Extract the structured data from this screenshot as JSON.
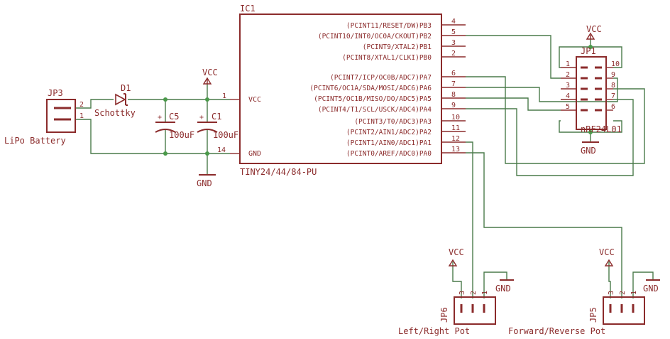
{
  "ic1": {
    "name": "IC1",
    "part": "TINY24/44/84-PU",
    "vcc": "VCC",
    "gnd": "GND",
    "pins_right": [
      {
        "label": "(PCINT11/RESET/DW)PB3",
        "num": "4"
      },
      {
        "label": "(PCINT10/INT0/OC0A/CKOUT)PB2",
        "num": "5"
      },
      {
        "label": "(PCINT9/XTAL2)PB1",
        "num": "3"
      },
      {
        "label": "(PCINT8/XTAL1/CLKI)PB0",
        "num": "2"
      },
      {
        "label": "(PCINT7/ICP/OC0B/ADC7)PA7",
        "num": "6"
      },
      {
        "label": "(PCINT6/OC1A/SDA/MOSI/ADC6)PA6",
        "num": "7"
      },
      {
        "label": "(PCINT5/OC1B/MISO/DO/ADC5)PA5",
        "num": "8"
      },
      {
        "label": "(PCINT4/T1/SCL/USCK/ADC4)PA4",
        "num": "9"
      },
      {
        "label": "(PCINT3/T0/ADC3)PA3",
        "num": "10"
      },
      {
        "label": "(PCINT2/AIN1/ADC2)PA2",
        "num": "11"
      },
      {
        "label": "(PCINT1/AIN0/ADC1)PA1",
        "num": "12"
      },
      {
        "label": "(PCINT0/AREF/ADC0)PA0",
        "num": "13"
      }
    ],
    "pin_vcc": "1",
    "pin_gnd": "14"
  },
  "jp3": {
    "name": "JP3",
    "caption": "LiPo Battery",
    "pin2": "2",
    "pin1": "1"
  },
  "d1": {
    "name": "D1",
    "value": "Schottky"
  },
  "c5": {
    "name": "C5",
    "value": "100uF"
  },
  "c1": {
    "name": "C1",
    "value": "100uF"
  },
  "power": {
    "vcc": "VCC",
    "gnd": "GND"
  },
  "jp1": {
    "name": "JP1",
    "part": "nRF24L01",
    "left_pins": [
      "1",
      "2",
      "3",
      "4",
      "5"
    ],
    "right_pins": [
      "10",
      "9",
      "8",
      "7",
      "6"
    ],
    "vcc": "VCC",
    "gnd": "GND"
  },
  "jp6": {
    "name": "JP6",
    "caption": "Left/Right Pot",
    "pins": [
      "3",
      "2",
      "1"
    ],
    "vcc": "VCC",
    "gnd": "GND"
  },
  "jp5": {
    "name": "JP5",
    "caption": "Forward/Reverse Pot",
    "pins": [
      "3",
      "2",
      "1"
    ],
    "vcc": "VCC",
    "gnd": "GND"
  },
  "colors": {
    "symbol": "#8b2b2b",
    "wire": "#4a7a4a",
    "junction": "#4a9a4a"
  }
}
